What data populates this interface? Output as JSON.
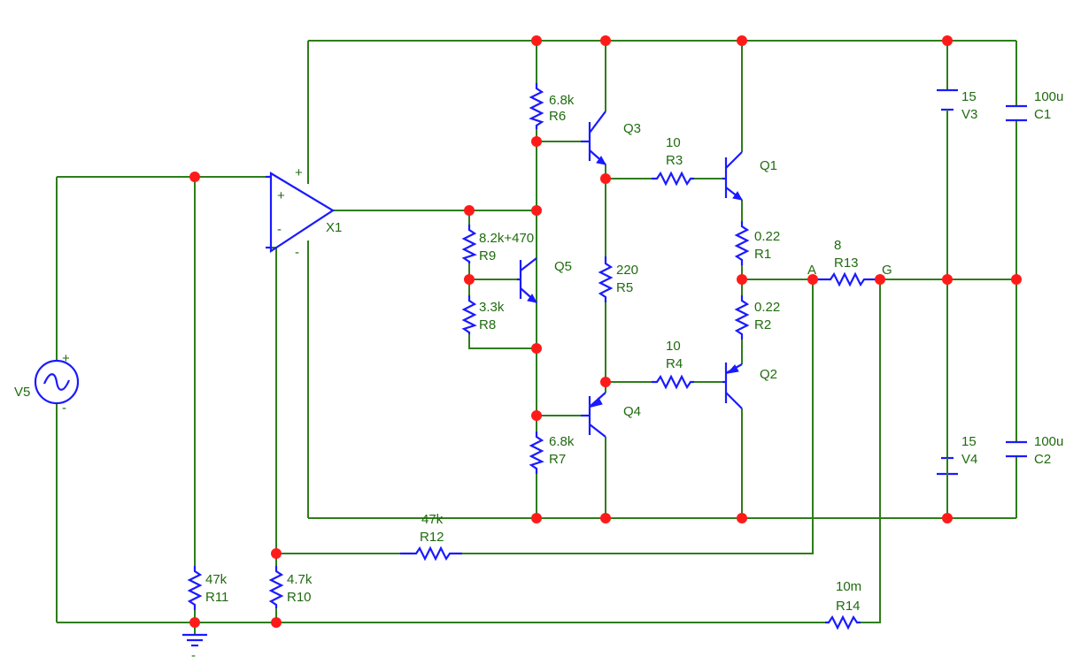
{
  "colors": {
    "wire": "#2e7d1a",
    "component": "#1a1aff",
    "node": "#ff1a1a",
    "label": "#1f6b0e"
  },
  "components": {
    "R1": {
      "name": "R1",
      "value": "0.22"
    },
    "R2": {
      "name": "R2",
      "value": "0.22"
    },
    "R3": {
      "name": "R3",
      "value": "10"
    },
    "R4": {
      "name": "R4",
      "value": "10"
    },
    "R5": {
      "name": "R5",
      "value": "220"
    },
    "R6": {
      "name": "R6",
      "value": "6.8k"
    },
    "R7": {
      "name": "R7",
      "value": "6.8k"
    },
    "R8": {
      "name": "R8",
      "value": "3.3k"
    },
    "R9": {
      "name": "R9",
      "value": "8.2k+470"
    },
    "R10": {
      "name": "R10",
      "value": "4.7k"
    },
    "R11": {
      "name": "R11",
      "value": "47k"
    },
    "R12": {
      "name": "R12",
      "value": "47k"
    },
    "R13": {
      "name": "R13",
      "value": "8"
    },
    "R14": {
      "name": "R14",
      "value": "10m"
    },
    "C1": {
      "name": "C1",
      "value": "100u"
    },
    "C2": {
      "name": "C2",
      "value": "100u"
    },
    "V3": {
      "name": "V3",
      "value": "15"
    },
    "V4": {
      "name": "V4",
      "value": "15"
    },
    "V5": {
      "name": "V5",
      "plus": "+",
      "minus": "-"
    },
    "Q1": {
      "name": "Q1"
    },
    "Q2": {
      "name": "Q2"
    },
    "Q3": {
      "name": "Q3"
    },
    "Q4": {
      "name": "Q4"
    },
    "Q5": {
      "name": "Q5"
    },
    "X1": {
      "name": "X1",
      "in_plus": "+",
      "in_minus": "-",
      "supply_plus": "+",
      "supply_minus": "-"
    }
  },
  "net_labels": {
    "a": "A",
    "g": "G",
    "ground": "-"
  }
}
